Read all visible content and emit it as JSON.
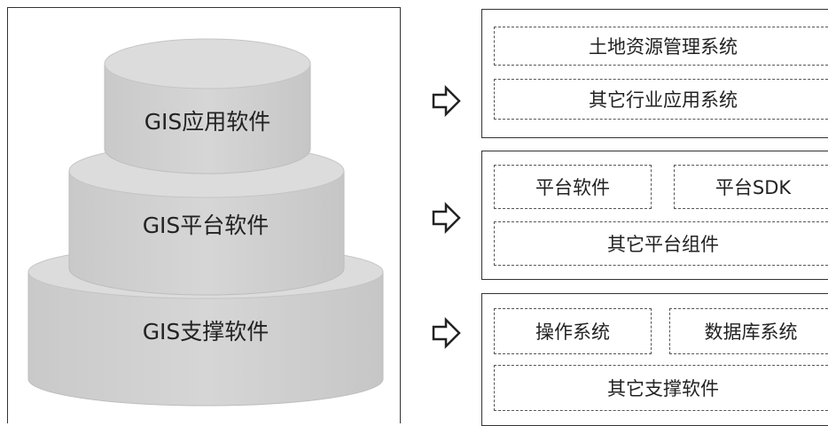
{
  "tiers": [
    {
      "label": "GIS应用软件"
    },
    {
      "label": "GIS平台软件"
    },
    {
      "label": "GIS支撑软件"
    }
  ],
  "groups": [
    {
      "items": [
        "土地资源管理系统",
        "其它行业应用系统"
      ]
    },
    {
      "items": [
        "平台软件",
        "平台SDK",
        "其它平台组件"
      ]
    },
    {
      "items": [
        "操作系统",
        "数据库系统",
        "其它支撑软件"
      ]
    }
  ],
  "icons": {
    "arrow": "hollow-right-arrow-icon"
  }
}
